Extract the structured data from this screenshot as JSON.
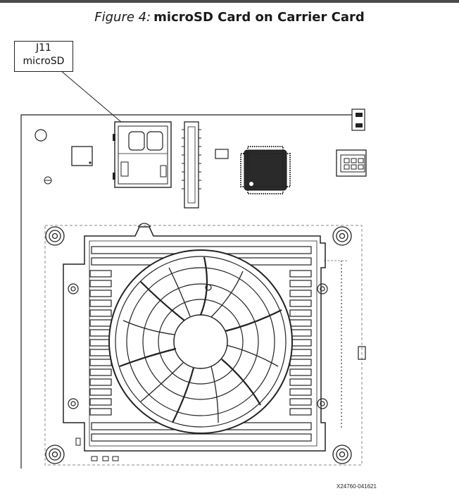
{
  "caption": {
    "prefix": "Figure 4:",
    "title": "microSD Card on Carrier Card"
  },
  "callout": {
    "line1": "J11",
    "line2": "microSD"
  },
  "figure_id": "X24760-041621",
  "colors": {
    "line": "#222222",
    "dashed": "#888888",
    "topbar": "#4a4a4a",
    "background": "#ffffff"
  },
  "icons": [
    "fan-icon",
    "heatsink-icon",
    "microsd-connector-icon",
    "ic-chip-icon",
    "mounting-screw-icon"
  ]
}
